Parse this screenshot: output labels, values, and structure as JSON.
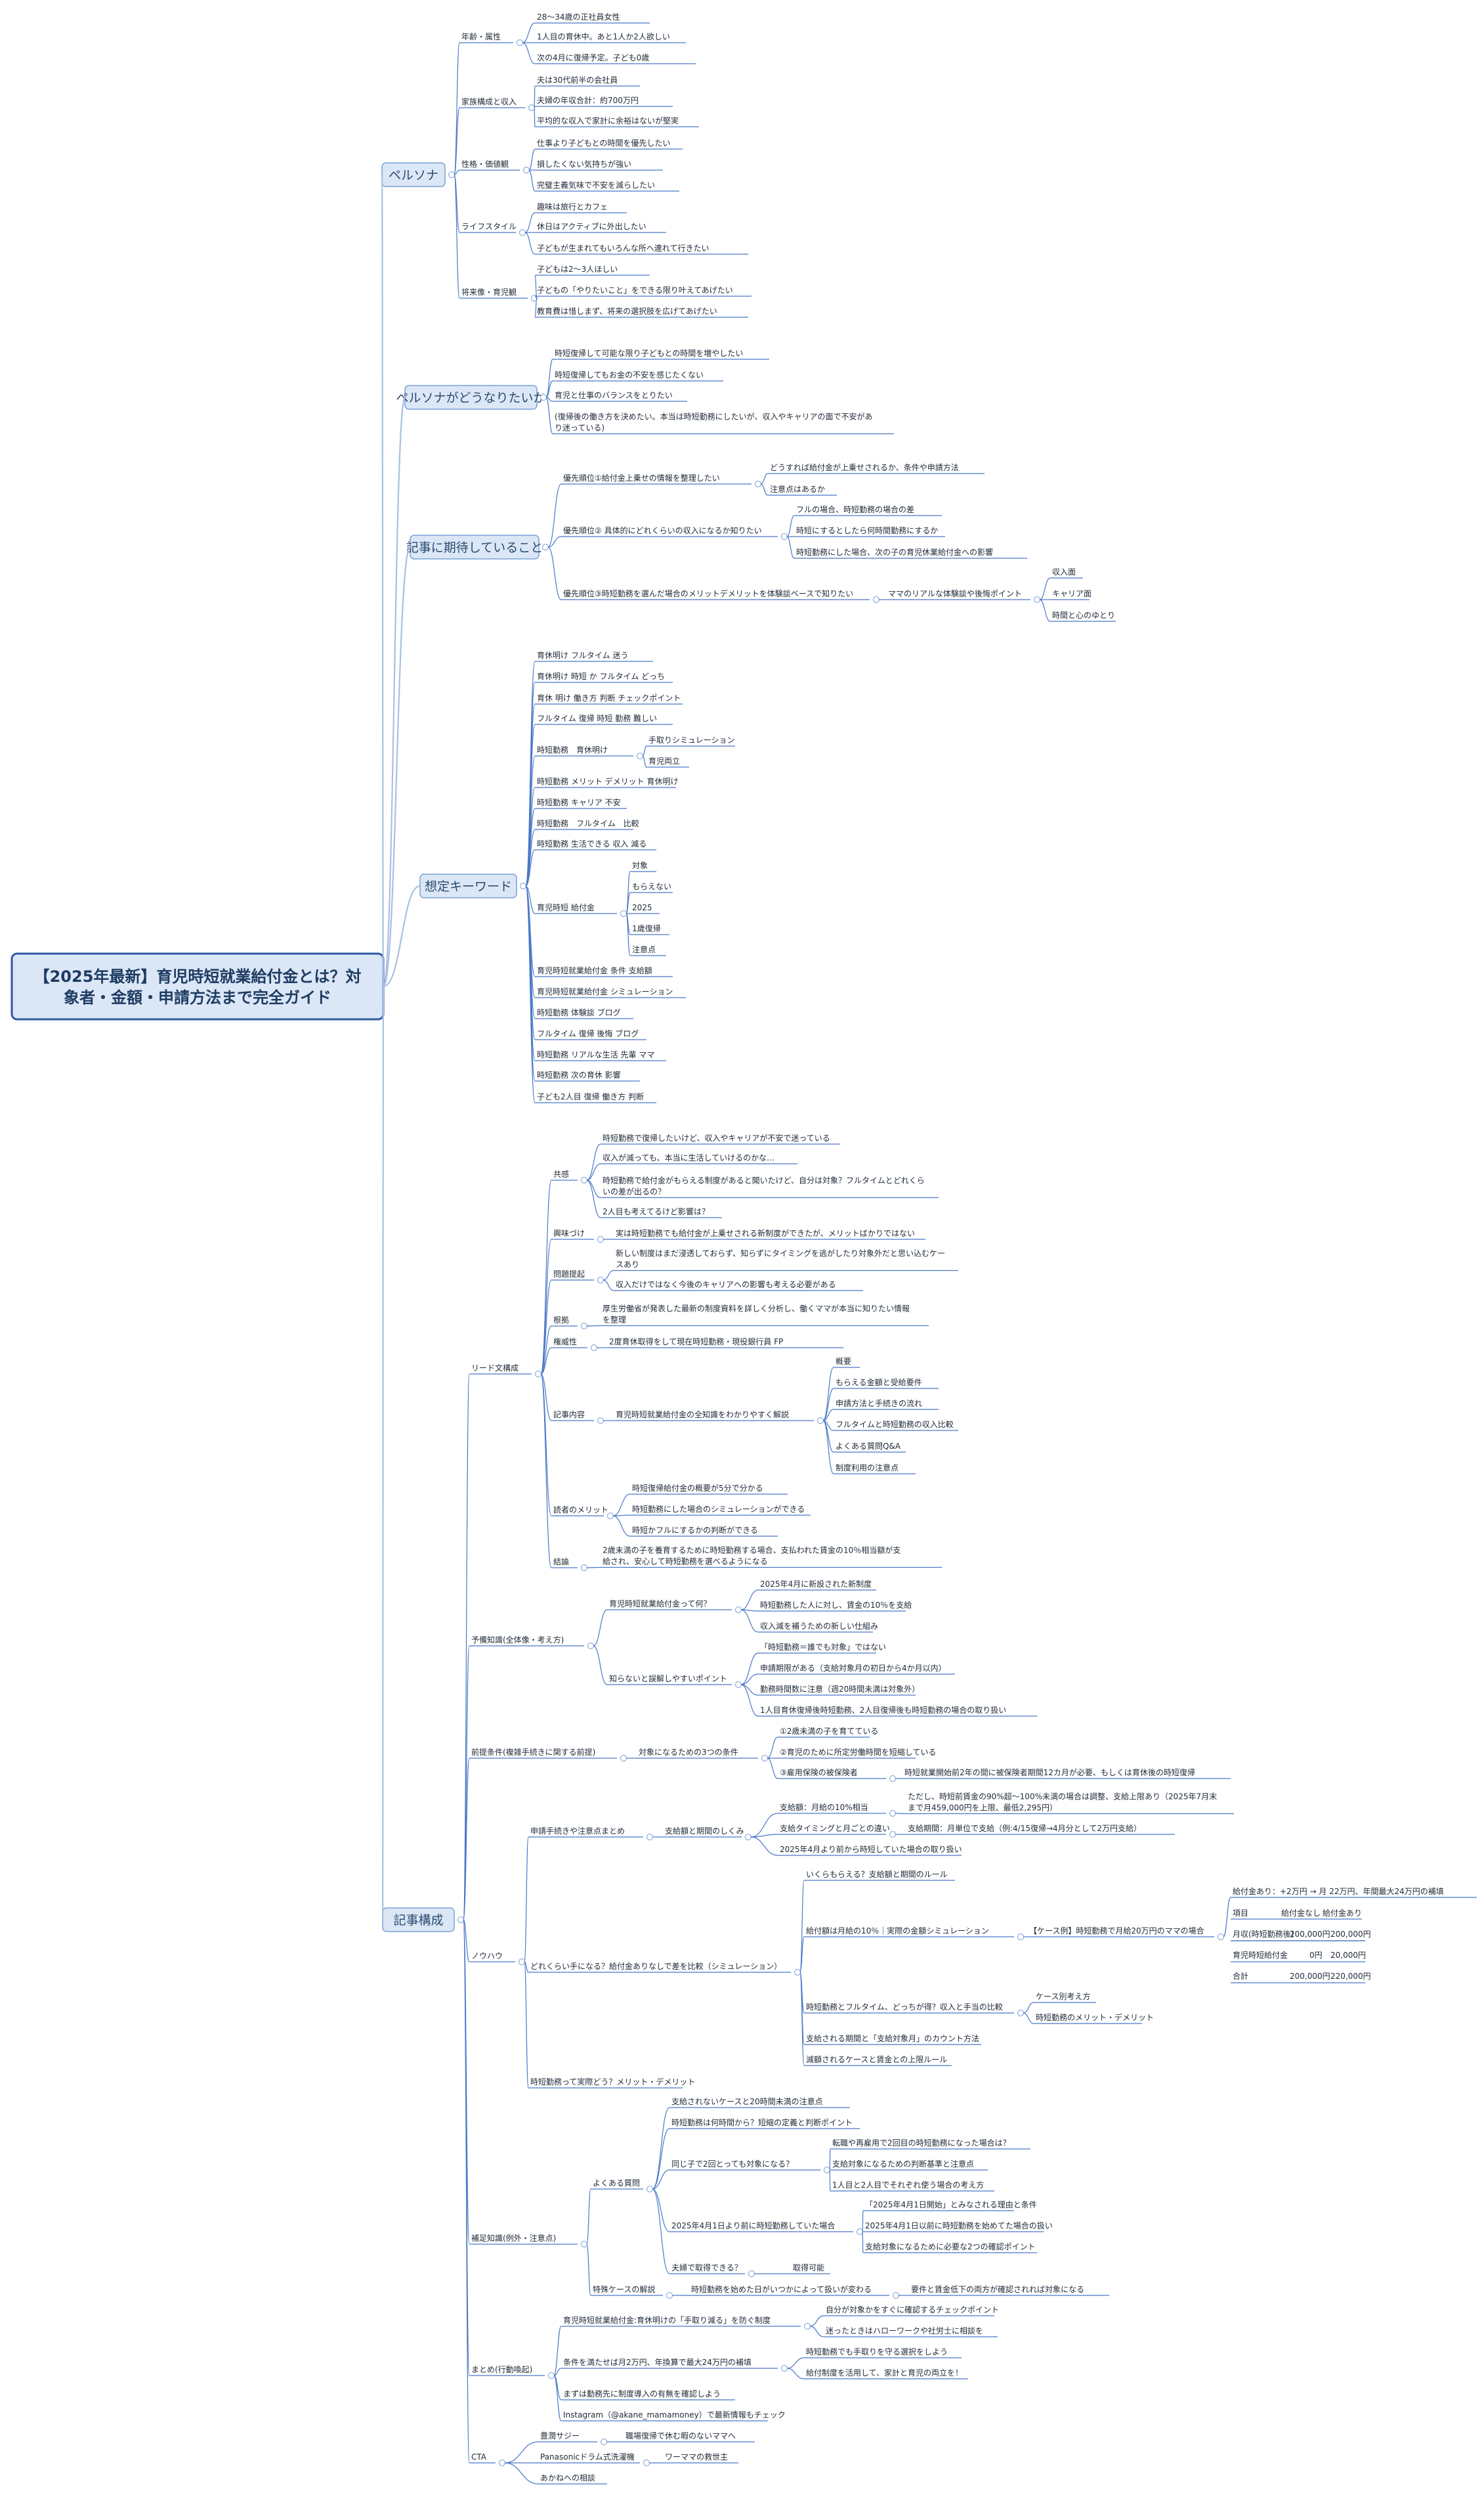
{
  "root": {
    "lines": [
      "【2025年最新】育児時短就業給付金とは？対",
      "象者・金額・申請方法まで完全ガイド"
    ]
  },
  "sections": {
    "persona": "ペルソナ",
    "goal": "ペルソナがどうなりたいか",
    "expect": "記事に期待していること",
    "keyword": "想定キーワード",
    "structure": "記事構成"
  },
  "persona": {
    "g1": {
      "label": "年齢・属性",
      "items": [
        "28〜34歳の正社員女性",
        "1人目の育休中。あと1人か2人欲しい",
        "次の4月に復帰予定。子ども0歳"
      ]
    },
    "g2": {
      "label": "家族構成と収入",
      "items": [
        "夫は30代前半の会社員",
        "夫婦の年収合計：約700万円",
        "平均的な収入で家計に余裕はないが堅実"
      ]
    },
    "g3": {
      "label": "性格・価値観",
      "items": [
        "仕事より子どもとの時間を優先したい",
        "損したくない気持ちが強い",
        "完璧主義気味で不安を減らしたい"
      ]
    },
    "g4": {
      "label": "ライフスタイル",
      "items": [
        "趣味は旅行とカフェ",
        "休日はアクティブに外出したい",
        "子どもが生まれてもいろんな所へ連れて行きたい"
      ]
    },
    "g5": {
      "label": "将来像・育児観",
      "items": [
        "子どもは2〜3人ほしい",
        "子どもの「やりたいこと」をできる限り叶えてあげたい",
        "教育費は惜しまず、将来の選択肢を広げてあげたい"
      ]
    }
  },
  "goal": {
    "items": [
      "時短復帰して可能な限り子どもとの時間を増やしたい",
      "時短復帰してもお金の不安を感じたくない",
      "育児と仕事のバランスをとりたい"
    ],
    "multi": [
      "(復帰後の働き方を決めたい。本当は時短勤務にしたいが、収入やキャリアの面で不安があ",
      "り迷っている)"
    ]
  },
  "expect": {
    "p1": {
      "label": "優先順位①給付金上乗せの情報を整理したい",
      "items": [
        "どうすれば給付金が上乗せされるか、条件や申請方法",
        "注意点はあるか"
      ]
    },
    "p2": {
      "label": "優先順位② 具体的にどれくらいの収入になるか知りたい",
      "items": [
        "フルの場合、時短勤務の場合の差",
        "時短にするとしたら何時間勤務にするか",
        "時短勤務にした場合、次の子の育児休業給付金への影響"
      ]
    },
    "p3": {
      "label": "優先順位③時短勤務を選んだ場合のメリットデメリットを体験談ベースで知りたい",
      "sub": "ママのリアルな体験談や後悔ポイント",
      "items": [
        "収入面",
        "キャリア面",
        "時間と心のゆとり"
      ]
    }
  },
  "keyword": {
    "k1": "育休明け フルタイム 迷う",
    "k2": "育休明け 時短 か フルタイム どっち",
    "k3": "育休 明け 働き方 判断 チェックポイント",
    "k4": "フルタイム 復帰 時短 勤務 難しい",
    "k5": {
      "label": "時短勤務　育休明け",
      "items": [
        "手取りシミュレーション",
        "育児両立"
      ]
    },
    "k6": "時短勤務 メリット デメリット 育休明け",
    "k7": "時短勤務 キャリア 不安",
    "k8": "時短勤務　フルタイム　比較",
    "k9": "時短勤務 生活できる 収入 減る",
    "k10": {
      "label": "育児時短 給付金",
      "items": [
        "対象",
        "もらえない",
        "2025",
        "1歳復帰",
        "注意点"
      ]
    },
    "k11": "育児時短就業給付金 条件 支給額",
    "k12": "育児時短就業給付金 シミュレーション",
    "k13": "時短勤務 体験談 ブログ",
    "k14": "フルタイム 復帰 後悔 ブログ",
    "k15": "時短勤務 リアルな生活 先輩 ママ",
    "k16": "時短勤務 次の育休 影響",
    "k17": "子ども2人目 復帰 働き方 判断"
  },
  "structure": {
    "lead": {
      "label": "リード文構成",
      "kyokan": {
        "label": "共感",
        "items": [
          "時短勤務で復帰したいけど、収入やキャリアが不安で迷っている",
          "収入が減っても、本当に生活していけるのかな…"
        ],
        "multi": [
          "時短勤務で給付金がもらえる制度があると聞いたけど、自分は対象？フルタイムとどれくら",
          "いの差が出るの？"
        ],
        "last": "2人目も考えてるけど影響は？"
      },
      "kyomi": {
        "label": "興味づけ",
        "item": "実は時短勤務でも給付金が上乗せされる新制度ができたが、メリットばかりではない"
      },
      "mondai": {
        "label": "問題提起",
        "multi": [
          "新しい制度はまだ浸透しておらず、知らずにタイミングを逃がしたり対象外だと思い込むケー",
          "スあり"
        ],
        "item2": "収入だけではなく今後のキャリアへの影響も考える必要がある"
      },
      "konkyo": {
        "label": "根拠",
        "multi": [
          "厚生労働省が発表した最新の制度資料を詳しく分析し、働くママが本当に知りたい情報",
          "を整理"
        ]
      },
      "kenisei": {
        "label": "権威性",
        "item": "2度育休取得をして現在時短勤務・現役銀行員 FP"
      },
      "naiyou": {
        "label": "記事内容",
        "item": "育児時短就業給付金の全知識をわかりやすく解説",
        "items": [
          "概要",
          "もらえる金額と受給要件",
          "申請方法と手続きの流れ",
          "フルタイムと時短勤務の収入比較",
          "よくある質問Q&A",
          "制度利用の注意点"
        ]
      },
      "merit": {
        "label": "読者のメリット",
        "items": [
          "時短復帰給付金の概要が5分で分かる",
          "時短勤務にした場合のシミュレーションができる",
          "時短かフルにするかの判断ができる"
        ]
      },
      "ketsuron": {
        "label": "結論",
        "multi": [
          "2歳未満の子を養育するために時短勤務する場合、支払われた賃金の10％相当額が支",
          "給され、安心して時短勤務を選べるようになる"
        ]
      }
    },
    "yobi": {
      "label": "予備知識(全体像・考え方)",
      "a": {
        "label": "育児時短就業給付金って何？",
        "items": [
          "2025年4月に新設された新制度",
          "時短勤務した人に対し、賃金の10％を支給",
          "収入減を補うための新しい仕組み"
        ]
      },
      "b": {
        "label": "知らないと誤解しやすいポイント",
        "items": [
          "「時短勤務＝誰でも対象」ではない",
          "申請期限がある（支給対象月の初日から4か月以内）",
          "勤務時間数に注意（週20時間未満は対象外）",
          "1人目育休復帰後時短勤務、2人目復帰後も時短勤務の場合の取り扱い"
        ]
      }
    },
    "zentei": {
      "label": "前提条件(複雑手続きに関する前提)",
      "sub": "対象になるための3つの条件",
      "items": [
        "①2歳未満の子を育てている",
        "②育児のために所定労働時間を短縮している",
        "③雇用保険の被保険者"
      ],
      "detail": "時短就業開始前2年の間に被保険者期間12カ月が必要、もしくは育休後の時短復帰"
    },
    "knowhow": {
      "label": "ノウハウ",
      "shinsei": {
        "label": "申請手続きや注意点まとめ",
        "sub": "支給額と期間のしくみ",
        "s1": "支給額：月給の10%相当",
        "s1detail": [
          "ただし、時短前賃金の90%超〜100%未満の場合は調整、支給上限あり（2025年7月末",
          "まで月459,000円を上限、最低2,295円）"
        ],
        "s2": "支給タイミングと月ごとの違い",
        "s2detail": "支給期間：月単位で支給（例:4/15復帰→4月分として2万円支給）",
        "s3": "2025年4月より前から時短していた場合の取り扱い"
      },
      "dorekurai": {
        "label": "どれくらい手になる？給付金ありなしで差を比較（シミュレーション）",
        "i1": "いくらもらえる？支給額と期間のルール",
        "i2": "給付額は月給の10％｜実際の金額シミュレーション",
        "i2sub": "【ケース例】時短勤務で月給20万円のママの場合",
        "table": {
          "top": "給付金あり：+2万円 → 月 22万円、年間最大24万円の補填",
          "header": [
            "項目",
            "給付金なし",
            "給付金あり"
          ],
          "rows": [
            [
              "月収(時短勤務後)",
              "200,000円",
              "200,000円"
            ],
            [
              "育児時短給付金",
              "0円",
              "20,000円"
            ],
            [
              "合計",
              "200,000円",
              "220,000円"
            ]
          ]
        },
        "i3": "時短勤務とフルタイム、どっちが得？収入と手当の比較",
        "i3items": [
          "ケース別考え方",
          "時短勤務のメリット・デメリット"
        ],
        "i4": "支給される期間と「支給対象月」のカウント方法",
        "i5": "減額されるケースと賃金との上限ルール"
      },
      "jitsurei": "時短勤務って実際どう？メリット・デメリット"
    },
    "hosoku": {
      "label": "補足知識(例外・注意点)",
      "faq": {
        "label": "よくある質問",
        "f1": "支給されないケースと20時間未満の注意点",
        "f2": "時短勤務は何時間から？短縮の定義と判断ポイント",
        "f3": {
          "label": "同じ子で2回とっても対象になる？",
          "items": [
            "転職や再雇用で2回目の時短勤務になった場合は？",
            "支給対象になるための判断基準と注意点",
            "1人目と2人目でそれぞれ使う場合の考え方"
          ]
        },
        "f4": {
          "label": "2025年4月1日より前に時短勤務していた場合",
          "items": [
            "「2025年4月1日開始」とみなされる理由と条件",
            "2025年4月1日以前に時短勤務を始めてた場合の扱い",
            "支給対象になるために必要な2つの確認ポイント"
          ]
        },
        "f5": {
          "label": "夫婦で取得できる？",
          "item": "取得可能"
        }
      },
      "tokushu": {
        "label": "特殊ケースの解説",
        "sub": "時短勤務を始めた日がいつかによって扱いが変わる",
        "item": "要件と賃金低下の両方が確認されれば対象になる"
      }
    },
    "matome": {
      "label": "まとめ(行動喚起)",
      "m1": {
        "label": "育児時短就業給付金:育休明けの「手取り減る」を防ぐ制度",
        "items": [
          "自分が対象かをすぐに確認するチェックポイント",
          "迷ったときはハローワークや社労士に相談を"
        ]
      },
      "m2": {
        "label": "条件を満たせば月2万円、年換算で最大24万円の補填",
        "items": [
          "時短勤務でも手取りを守る選択をしよう",
          "給付制度を活用して、家計と育児の両立を！"
        ]
      },
      "m3": "まずは勤務先に制度導入の有無を確認しよう",
      "m4": "Instagram（@akane_mamamoney）で最新情報もチェック"
    },
    "cta": {
      "label": "CTA",
      "items": [
        {
          "label": "豊潤サジー",
          "sub": "職場復帰で休む暇のないママへ"
        },
        {
          "label": "Panasonicドラム式洗濯機",
          "sub": "ワーママの救世主"
        },
        {
          "label": "あかねへの相談"
        }
      ]
    }
  },
  "colors": {
    "line": "#4a78c6",
    "hub": "#94b3e0",
    "branch": "#a8c0e2",
    "sectionFill": "#dbe7f6",
    "sectionStroke": "#7aa0d6",
    "rootFill": "#dbe7f6",
    "rootStroke": "#2e5aa3",
    "text": "#1f2937"
  }
}
